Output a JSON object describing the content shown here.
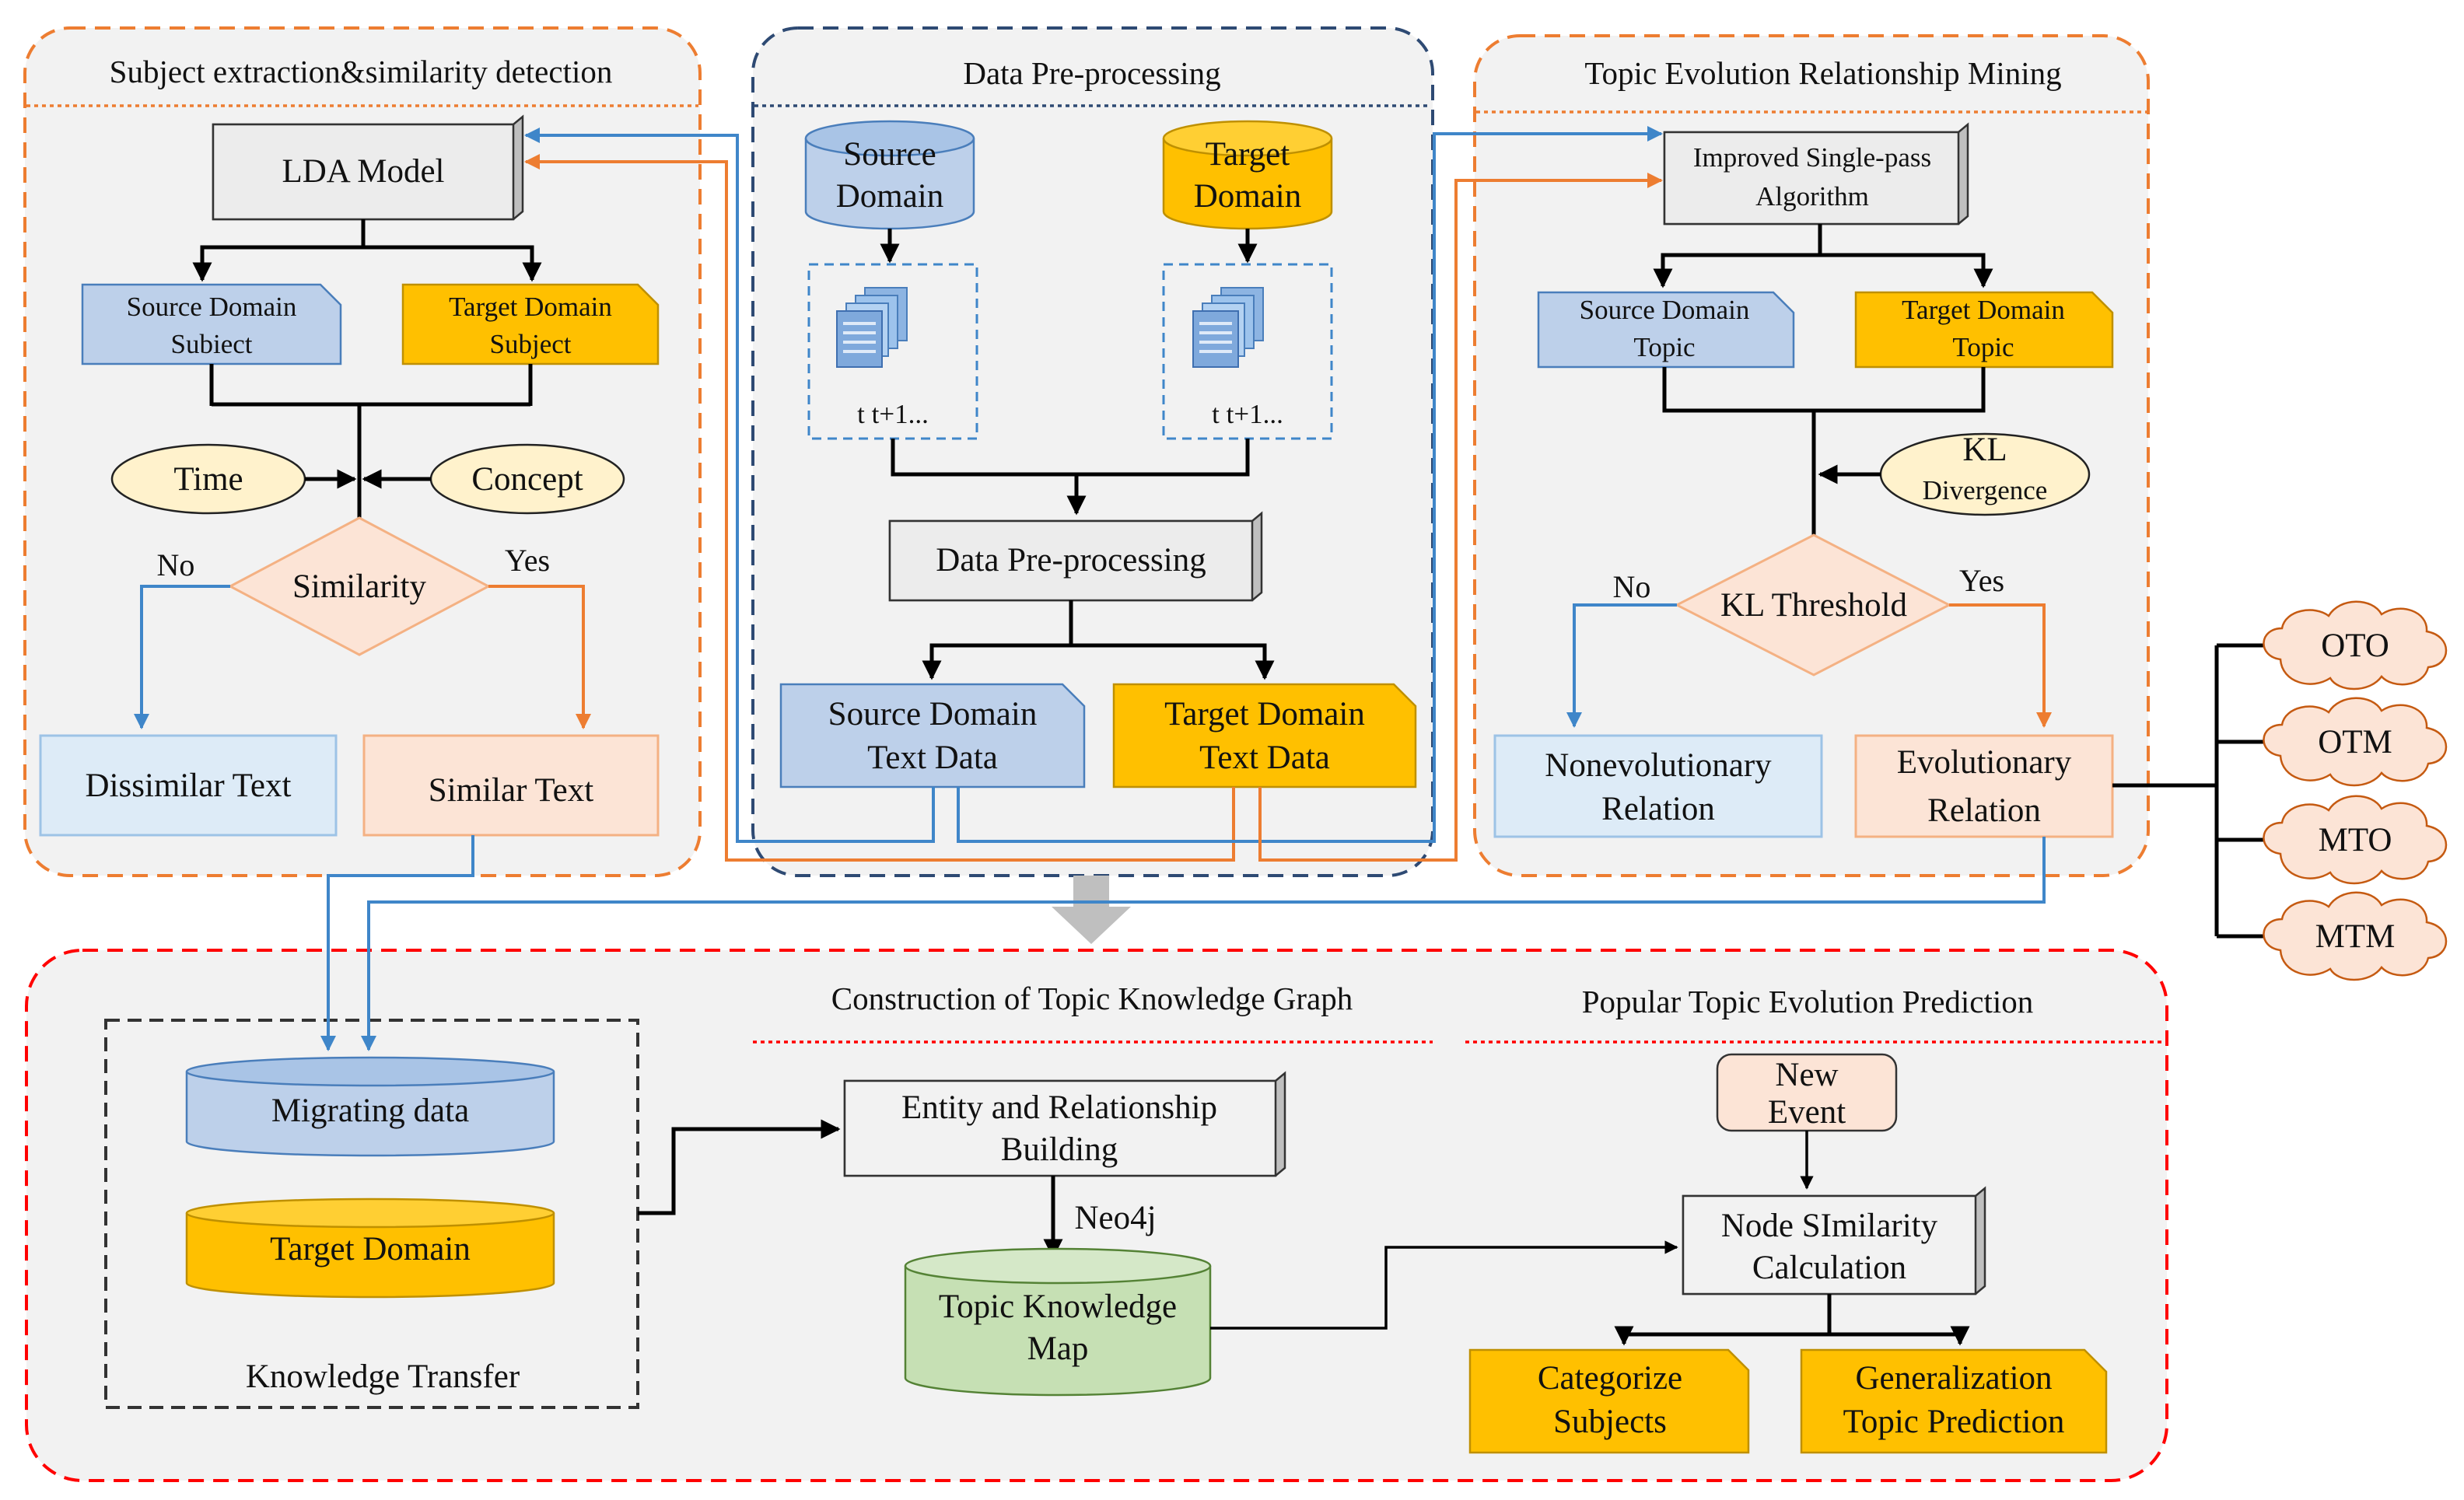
{
  "colors": {
    "panel_orange": "#ed7d31",
    "panel_blue": "#2e4a73",
    "panel_red": "#ff0000",
    "blue_fill": "#bdd0ea",
    "gold_fill": "#ffc000",
    "light_blue_fill": "#ddebf7",
    "peach_fill": "#fce4d6",
    "yellow_ellipse": "#fff2cc",
    "green_fill": "#c6e0b4",
    "arrow_blue": "#3f86c9",
    "arrow_orange": "#ed7d31"
  },
  "panels": {
    "subject": {
      "title": "Subject extraction&similarity detection",
      "lda": "LDA Model",
      "source_subject": [
        "Source Domain",
        "Subiect"
      ],
      "target_subject": [
        "Target Domain",
        "Subject"
      ],
      "time": "Time",
      "concept": "Concept",
      "similarity": "Similarity",
      "no": "No",
      "yes": "Yes",
      "dissimilar": "Dissimilar Text",
      "similar": "Similar Text"
    },
    "preprocess": {
      "title": "Data Pre-processing",
      "source_db": [
        "Source",
        "Domain"
      ],
      "target_db": [
        "Target",
        "Domain"
      ],
      "doc_caption": "t  t+1...",
      "step": "Data Pre-processing",
      "source_text": [
        "Source Domain",
        "Text Data"
      ],
      "target_text": [
        "Target Domain",
        "Text Data"
      ]
    },
    "evolution": {
      "title": "Topic Evolution Relationship Mining",
      "algorithm": [
        "Improved  Single-pass",
        "Algorithm"
      ],
      "source_topic": [
        "Source Domain",
        "Topic"
      ],
      "target_topic": [
        "Target Domain",
        "Topic"
      ],
      "kl_divergence": [
        "KL",
        "Divergence"
      ],
      "kl_threshold": "KL  Threshold",
      "no": "No",
      "yes": "Yes",
      "nonevolutionary": [
        "Nonevolutionary",
        "Relation"
      ],
      "evolutionary": [
        "Evolutionary",
        "Relation"
      ],
      "relations": [
        "OTO",
        "OTM",
        "MTO",
        "MTM"
      ]
    },
    "bottom": {
      "knowledge_transfer": "Knowledge Transfer",
      "migrating": "Migrating data",
      "target_domain": "Target Domain",
      "graph_title": "Construction of Topic Knowledge Graph",
      "entity": [
        "Entity and Relationship",
        "Building"
      ],
      "neo4j": "Neo4j",
      "knowledge_map": [
        "Topic Knowledge",
        "Map"
      ],
      "prediction_title": "Popular Topic Evolution Prediction",
      "new_event": [
        "New",
        "Event"
      ],
      "node_similarity": [
        "Node  SImilarity",
        "Calculation"
      ],
      "categorize": [
        "Categorize",
        "Subjects"
      ],
      "generalization": [
        "Generalization",
        "Topic Prediction"
      ]
    }
  }
}
